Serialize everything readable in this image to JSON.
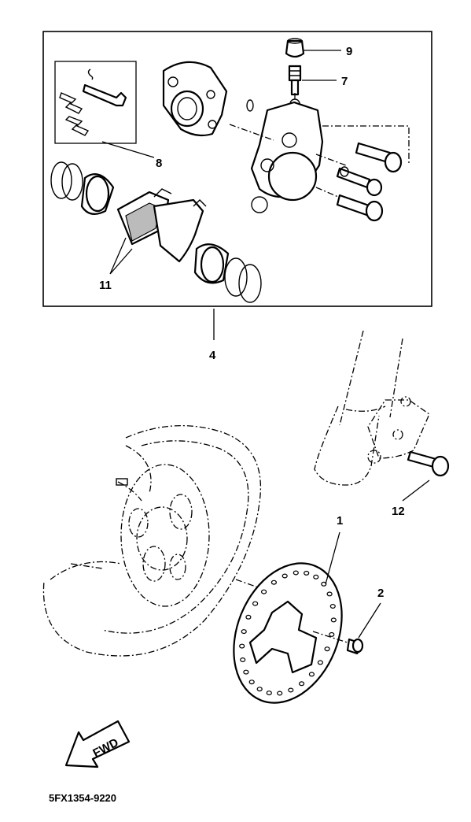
{
  "callouts": {
    "c9": "9",
    "c7": "7",
    "c8": "8",
    "c11": "11",
    "c4": "4",
    "c12": "12",
    "c1": "1",
    "c2": "2"
  },
  "fwd_arrow_text": "FWD",
  "diagram_code": "5FX1354-9220"
}
